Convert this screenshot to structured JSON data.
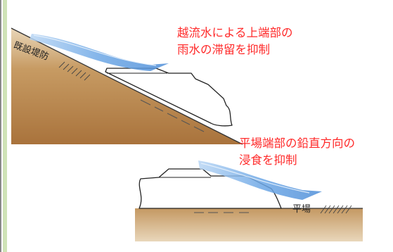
{
  "annotations": {
    "top_line1": "越流水による上端部の",
    "top_line2": "雨水の滞留を抑制",
    "bottom_line1": "平場端部の鉛直方向の",
    "bottom_line2": "浸食を抑制"
  },
  "labels": {
    "existing_embankment": "既設堤防",
    "flat_area": "平場"
  },
  "colors": {
    "annotation_text": "#ff2a2a",
    "soil": "#b88a55",
    "water_arrow": "#6ea8e6"
  }
}
